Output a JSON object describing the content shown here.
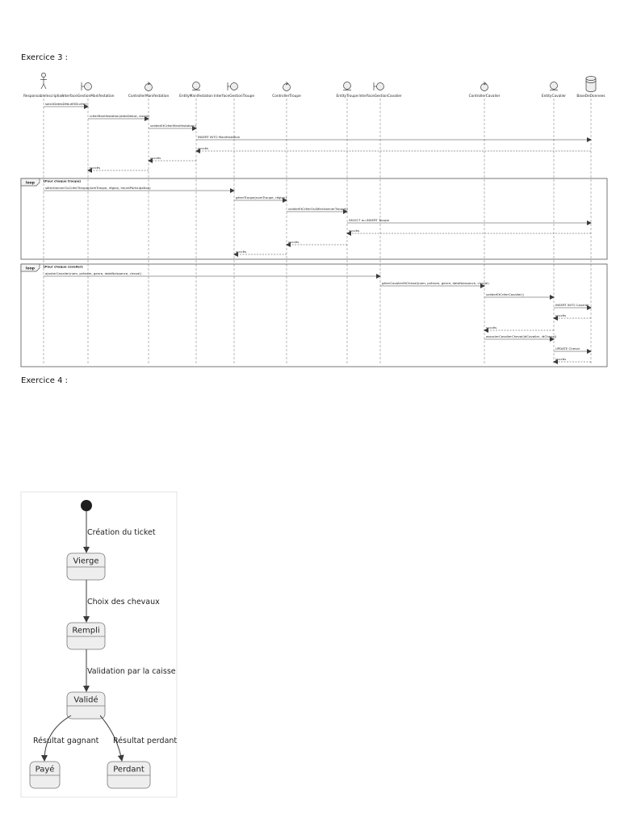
{
  "headings": {
    "ex3": "Exercice 3 :",
    "ex4": "Exercice 4 :"
  },
  "sequence": {
    "participants": [
      {
        "name": "ResponsableInscription",
        "kind": "actor"
      },
      {
        "name": "InterfaceGestionManifestation",
        "kind": "boundary"
      },
      {
        "name": "ControllerManifestation",
        "kind": "control"
      },
      {
        "name": "EntityManifestation",
        "kind": "entity"
      },
      {
        "name": "InterfaceGestionTroupe",
        "kind": "boundary"
      },
      {
        "name": "ControllerTroupe",
        "kind": "control"
      },
      {
        "name": "EntityTroupe",
        "kind": "entity"
      },
      {
        "name": "InterfaceGestionCavalier",
        "kind": "boundary"
      },
      {
        "name": "ControllerCavalier",
        "kind": "control"
      },
      {
        "name": "EntityCavalier",
        "kind": "entity"
      },
      {
        "name": "BaseDeDonnees",
        "kind": "database"
      }
    ],
    "messages": [
      {
        "from": 0,
        "to": 1,
        "label": "saisirDatesDébutEtDurée()",
        "dashed": false
      },
      {
        "from": 1,
        "to": 2,
        "label": "créerManifestation(dateDebut, duree)",
        "dashed": false
      },
      {
        "from": 2,
        "to": 3,
        "label": "validerEtCréerManifestation()",
        "dashed": false
      },
      {
        "from": 3,
        "to": 10,
        "label": "INSERT INTO Manifestation",
        "dashed": false
      },
      {
        "from": 10,
        "to": 3,
        "label": "succès",
        "dashed": true
      },
      {
        "from": 3,
        "to": 2,
        "label": "succès",
        "dashed": true
      },
      {
        "from": 2,
        "to": 1,
        "label": "succès",
        "dashed": true
      },
      {
        "from": 0,
        "to": 4,
        "label": "sélectionnerOuCréerTroupe(nomTroupe, région, heureParticipation)",
        "dashed": false
      },
      {
        "from": 4,
        "to": 5,
        "label": "gérerTroupe(nomTroupe, région)",
        "dashed": false
      },
      {
        "from": 5,
        "to": 6,
        "label": "validerEtCréerOuSélectionnerTroupe()",
        "dashed": false
      },
      {
        "from": 6,
        "to": 10,
        "label": "SELECT ou INSERT Troupe",
        "dashed": false
      },
      {
        "from": 10,
        "to": 6,
        "label": "succès",
        "dashed": true
      },
      {
        "from": 6,
        "to": 5,
        "label": "succès",
        "dashed": true
      },
      {
        "from": 5,
        "to": 4,
        "label": "succès",
        "dashed": true
      },
      {
        "from": 0,
        "to": 7,
        "label": "ajouterCavalier(nom, prénom, genre, dateNaissance, cheval)",
        "dashed": false
      },
      {
        "from": 7,
        "to": 8,
        "label": "gérerCavalierEtCheval(nom, prénom, genre, dateNaissance, cheval)",
        "dashed": false
      },
      {
        "from": 8,
        "to": 9,
        "label": "validerEtCréerCavalier()",
        "dashed": false
      },
      {
        "from": 9,
        "to": 10,
        "label": "INSERT INTO Cavalier",
        "dashed": false
      },
      {
        "from": 10,
        "to": 9,
        "label": "succès",
        "dashed": true
      },
      {
        "from": 9,
        "to": 8,
        "label": "succès",
        "dashed": true
      },
      {
        "from": 8,
        "to": 9,
        "label": "associerCavalierCheval(idCavalier, idCheval)",
        "dashed": false
      },
      {
        "from": 9,
        "to": 10,
        "label": "UPDATE Cheval",
        "dashed": false
      },
      {
        "from": 10,
        "to": 9,
        "label": "succès",
        "dashed": true
      }
    ],
    "loops": [
      {
        "tag": "loop",
        "guard": "[Pour chaque troupe]",
        "first_message": 7,
        "last_message": 13
      },
      {
        "tag": "loop",
        "guard": "[Pour chaque cavalier]",
        "first_message": 14,
        "last_message": 22
      }
    ]
  },
  "state_machine": {
    "initial_transition": "Création du ticket",
    "states": [
      "Vierge",
      "Rempli",
      "Validé",
      "Payé",
      "Perdant"
    ],
    "transitions": [
      {
        "from": "Vierge",
        "to": "Rempli",
        "label": "Choix des chevaux"
      },
      {
        "from": "Rempli",
        "to": "Validé",
        "label": "Validation par la caisse"
      },
      {
        "from": "Validé",
        "to": "Payé",
        "label": "Résultat gagnant"
      },
      {
        "from": "Validé",
        "to": "Perdant",
        "label": "Résultat perdant"
      }
    ]
  },
  "colors": {
    "line": "#3a3a3a",
    "participant_fill": "#eeeeee",
    "state_fill": "#eeeeee",
    "frame": "#555555"
  }
}
